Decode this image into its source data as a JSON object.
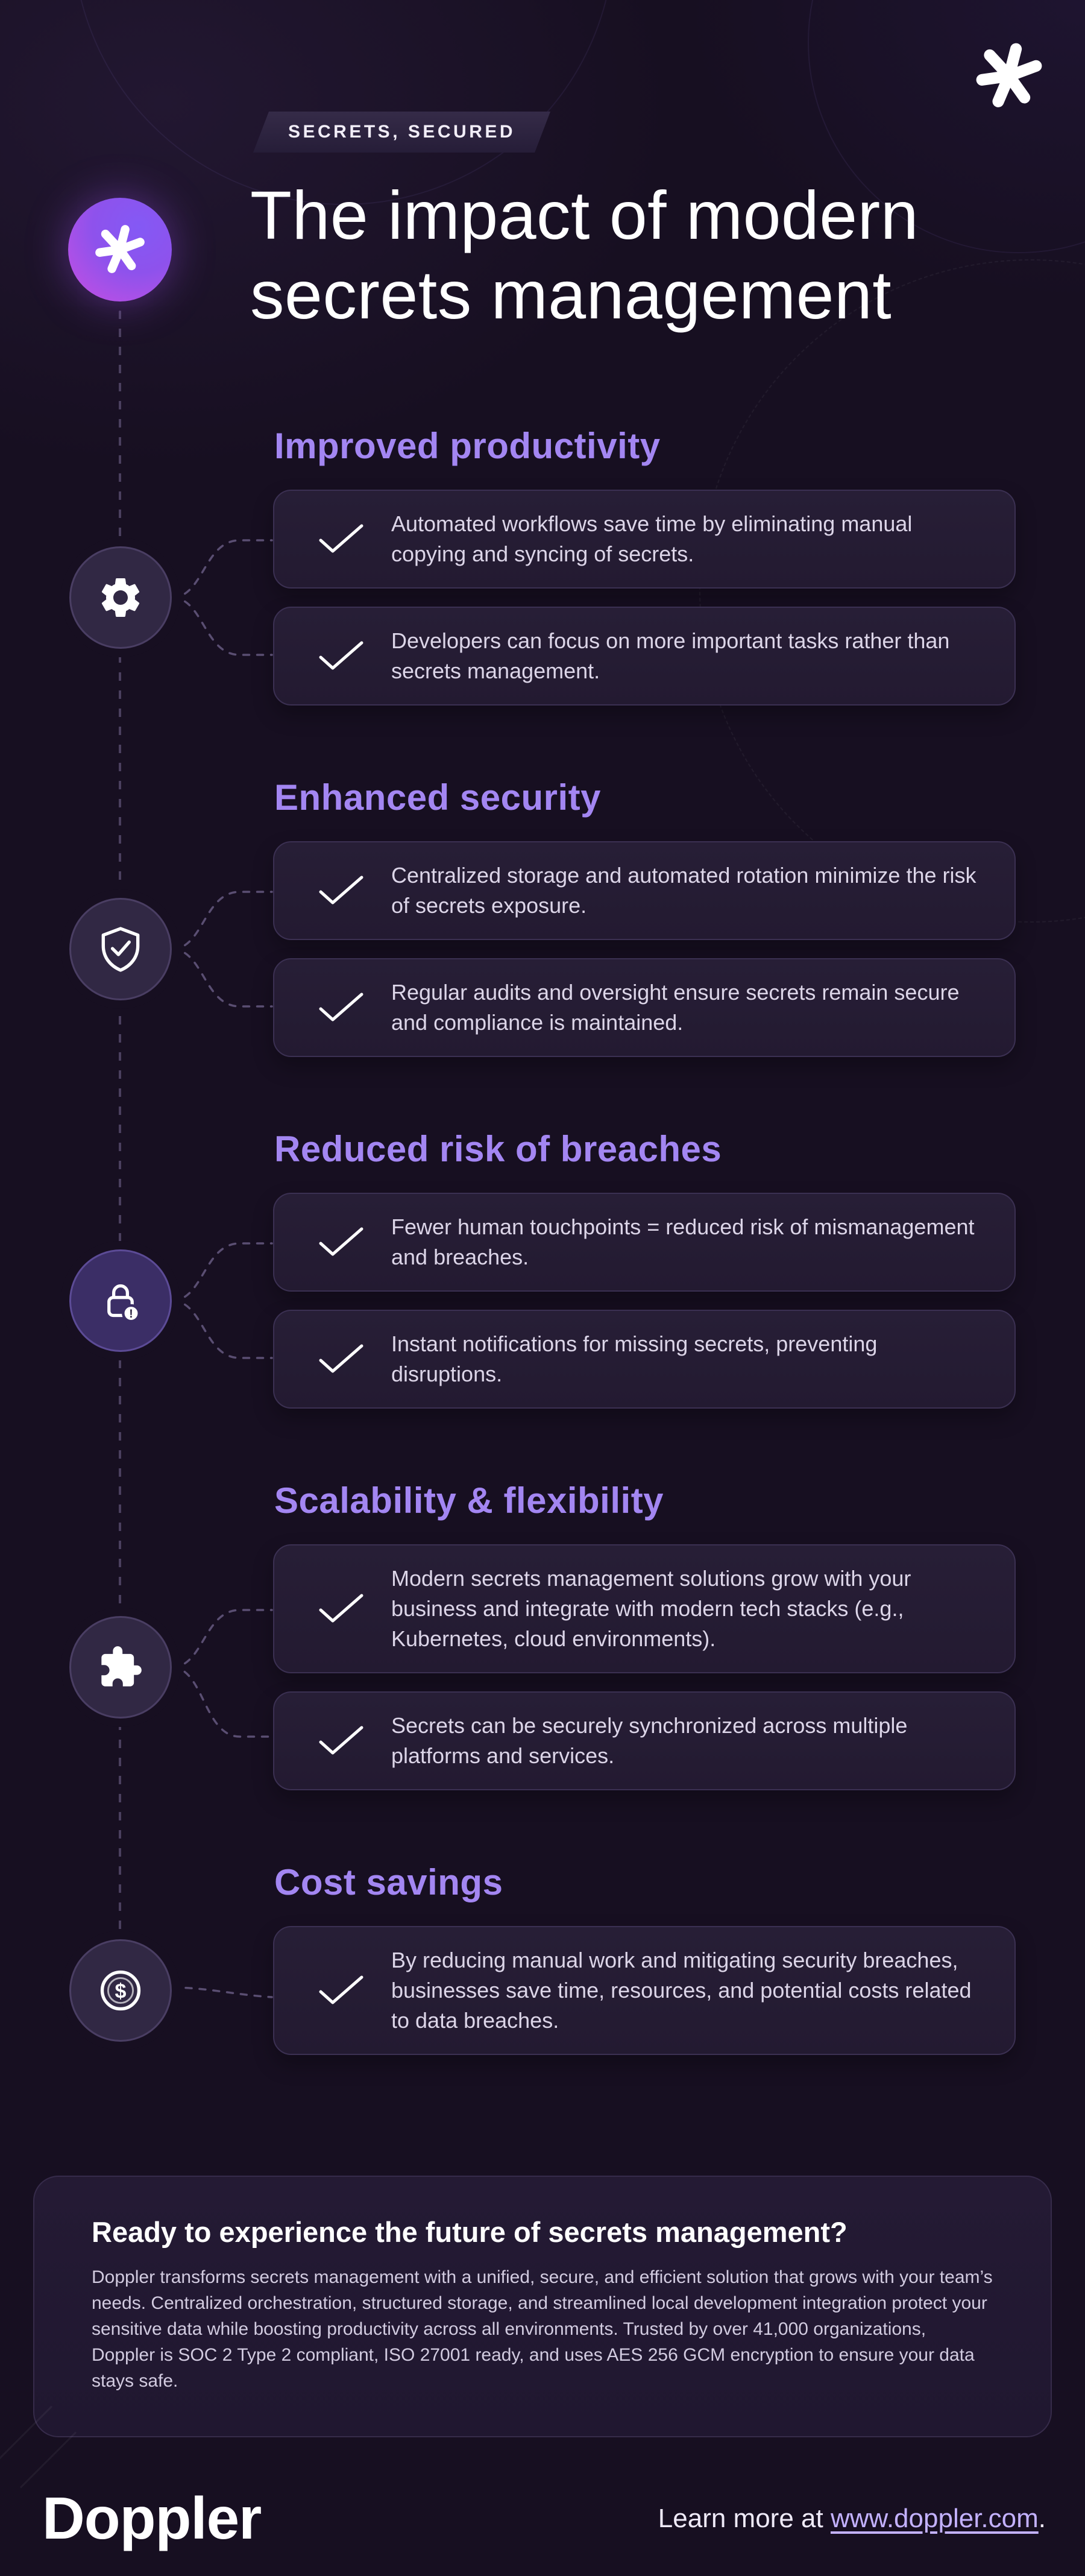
{
  "page": {
    "badge": "SECRETS, SECURED",
    "title_line1": "The impact of modern",
    "title_line2": "secrets management"
  },
  "sections": [
    {
      "heading": "Improved productivity",
      "icon": "gear-icon",
      "items": [
        "Automated workflows save time by eliminating manual copying and syncing of secrets.",
        "Developers can focus on more important tasks rather than secrets management."
      ]
    },
    {
      "heading": "Enhanced security",
      "icon": "shield-check-icon",
      "items": [
        "Centralized storage and automated rotation minimize the risk of secrets exposure.",
        "Regular audits and oversight ensure secrets remain secure and compliance is maintained."
      ]
    },
    {
      "heading": "Reduced risk of breaches",
      "icon": "breach-alert-icon",
      "items": [
        "Fewer human touchpoints = reduced risk of mismanagement and breaches.",
        "Instant notifications for missing secrets, preventing disruptions."
      ]
    },
    {
      "heading": "Scalability & flexibility",
      "icon": "puzzle-icon",
      "items": [
        "Modern secrets management solutions grow with your business and integrate with modern tech stacks (e.g., Kubernetes, cloud environments).",
        "Secrets can be securely synchronized across multiple platforms and services."
      ]
    },
    {
      "heading": "Cost savings",
      "icon": "dollar-coin-icon",
      "items": [
        "By reducing manual work and mitigating security breaches, businesses save time, resources, and potential costs related to data breaches."
      ]
    }
  ],
  "cta": {
    "heading": "Ready to experience the future of secrets management?",
    "body": "Doppler transforms secrets management with a unified, secure, and efficient solution that grows with your team’s needs. Centralized orchestration, structured storage, and streamlined local development integration protect your sensitive data while boosting productivity across all environments. Trusted by over 41,000 organizations, Doppler is SOC 2 Type 2 compliant, ISO 27001 ready, and uses AES 256 GCM encryption to ensure your data stays safe."
  },
  "footer": {
    "wordmark": "Doppler",
    "learn_more_prefix": "Learn more at ",
    "link_text": "www.doppler.com",
    "suffix": "."
  },
  "colors": {
    "background": "#170F21",
    "card_background": "#251C33",
    "card_border": "#3B3052",
    "accent_purple": "#A386F2",
    "text_primary": "#FFFFFF",
    "text_secondary": "#DCD5E8",
    "logo_gradient_start": "#8459F5",
    "logo_gradient_end": "#C94FE2",
    "link": "#C3B1FF",
    "timeline": "#4A3F5E"
  }
}
